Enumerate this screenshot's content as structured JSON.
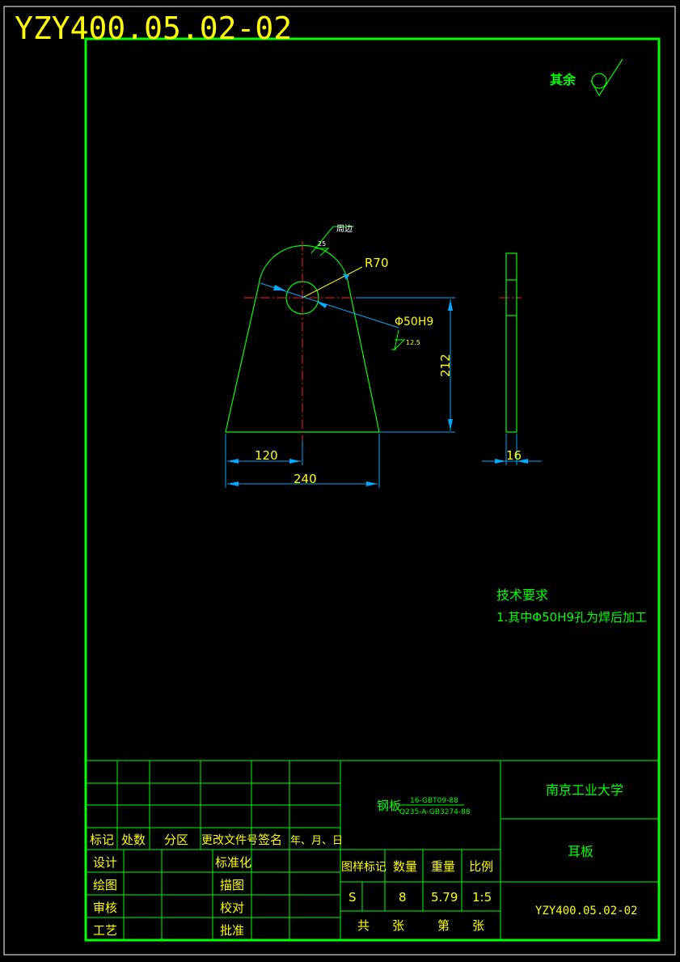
{
  "drawing_number_top": "YZY400.05.02-02",
  "roughness_rest_label": "其余",
  "weld_label": "周边",
  "weld_size": "25",
  "dims": {
    "radius": "R70",
    "hole": "Φ50H9",
    "hole_roughness": "12.5",
    "height": "212",
    "half_width": "120",
    "width": "240",
    "thickness": "16"
  },
  "tech": {
    "title": "技术要求",
    "item1": "1.其中Φ50H9孔为焊后加工"
  },
  "title_block": {
    "material_name": "钢板",
    "material_top": "16-GBT09-88",
    "material_bottom": "Q235-A-GB3274-88",
    "school": "南京工业大学",
    "part_name": "耳板",
    "drawing_number": "YZY400.05.02-02",
    "rev_headers": [
      "标记",
      "处数",
      "分区",
      "更改文件号",
      "签名",
      "年、月、日"
    ],
    "role_left": [
      "设计",
      "绘图",
      "审核",
      "工艺"
    ],
    "role_right": [
      "标准化",
      "描图",
      "校对",
      "批准"
    ],
    "info_headers": [
      "图样标记",
      "数量",
      "重量",
      "比例"
    ],
    "info_values": [
      "S",
      "8",
      "5.79",
      "1:5"
    ],
    "sheet_total": "共",
    "sheet_unit1": "张",
    "sheet_current": "第",
    "sheet_unit2": "张"
  }
}
